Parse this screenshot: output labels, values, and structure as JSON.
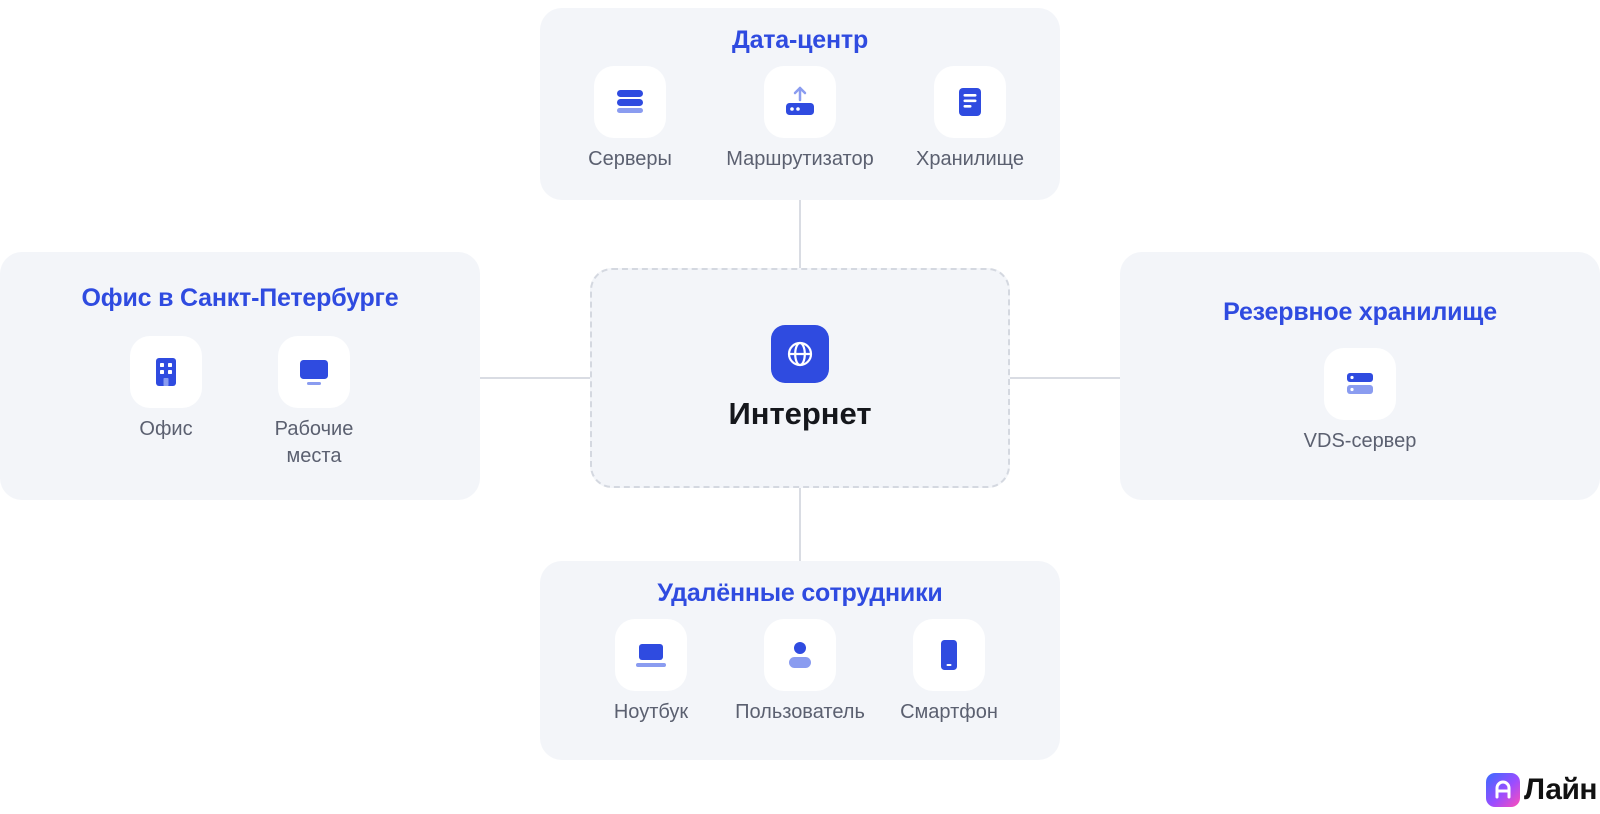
{
  "datacenter": {
    "title": "Дата-центр",
    "items": [
      {
        "label": "Серверы",
        "icon": "server-stack-icon"
      },
      {
        "label": "Маршрутизатор",
        "icon": "router-icon"
      },
      {
        "label": "Хранилище",
        "icon": "storage-icon"
      }
    ]
  },
  "office": {
    "title": "Офис в Санкт-Петербурге",
    "items": [
      {
        "label": "Офис",
        "icon": "building-icon"
      },
      {
        "label": "Рабочие места",
        "icon": "monitor-icon"
      }
    ]
  },
  "center": {
    "label": "Интернет",
    "icon": "globe-icon"
  },
  "backup": {
    "title": "Резервное хранилище",
    "items": [
      {
        "label": "VDS-сервер",
        "icon": "server-icon"
      }
    ]
  },
  "remote": {
    "title": "Удалённые сотрудники",
    "items": [
      {
        "label": "Ноутбук",
        "icon": "laptop-icon"
      },
      {
        "label": "Пользователь",
        "icon": "user-icon"
      },
      {
        "label": "Смартфон",
        "icon": "smartphone-icon"
      }
    ]
  },
  "logo": {
    "text": "Лайн"
  },
  "colors": {
    "accent": "#2f4be0",
    "accent_light": "#8a9cf0",
    "panel": "#f3f5f9",
    "connector": "#d9dce3"
  }
}
